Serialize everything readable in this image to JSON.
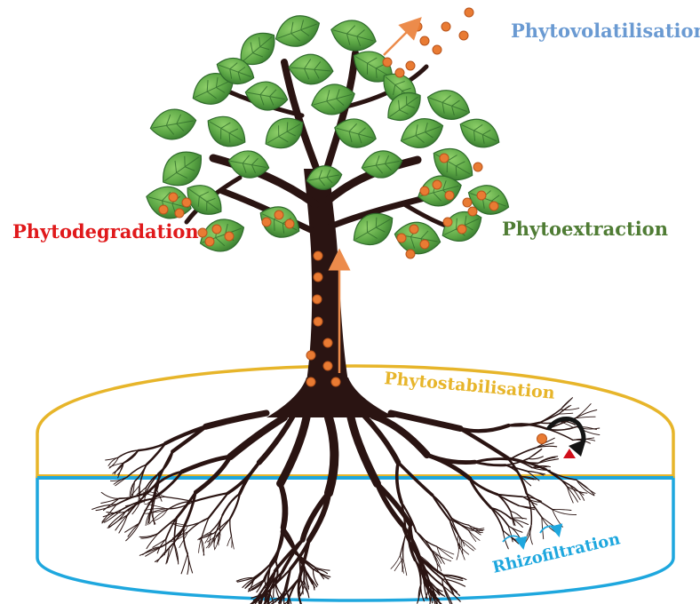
{
  "labels": {
    "phytovolatilisation": "Phytovolatilisation",
    "phytodegradation": "Phytodegradation",
    "phytoextraction": "Phytoextraction",
    "phytostabilisation": "Phytostabilisation",
    "rhizofiltration": "Rhizofiltration"
  },
  "colors": {
    "phytovolatilisation": "#6a9ad2",
    "phytodegradation": "#e0191b",
    "phytoextraction": "#4f7c34",
    "phytostabilisation": "#e7b52a",
    "rhizofiltration": "#1ea7de",
    "leaf_light": "#7cbf5a",
    "leaf_dark": "#3e8a36",
    "leaf_vein": "#2f6b2b",
    "trunk": "#2a1412",
    "particle": "#e97b33",
    "particle_edge": "#b8541c",
    "arrow": "#ec8b4b",
    "triangle": "#d10f1b",
    "black_arrow": "#141414"
  },
  "icons": {
    "pollutant_particle": "circle",
    "transformed_pollutant": "triangle",
    "upward_transport": "arrow-up",
    "volatilisation_transport": "arrow-up-right",
    "stabilisation_cycle": "curved-arrow",
    "rhizofiltration_cycle": "curved-arrow"
  }
}
